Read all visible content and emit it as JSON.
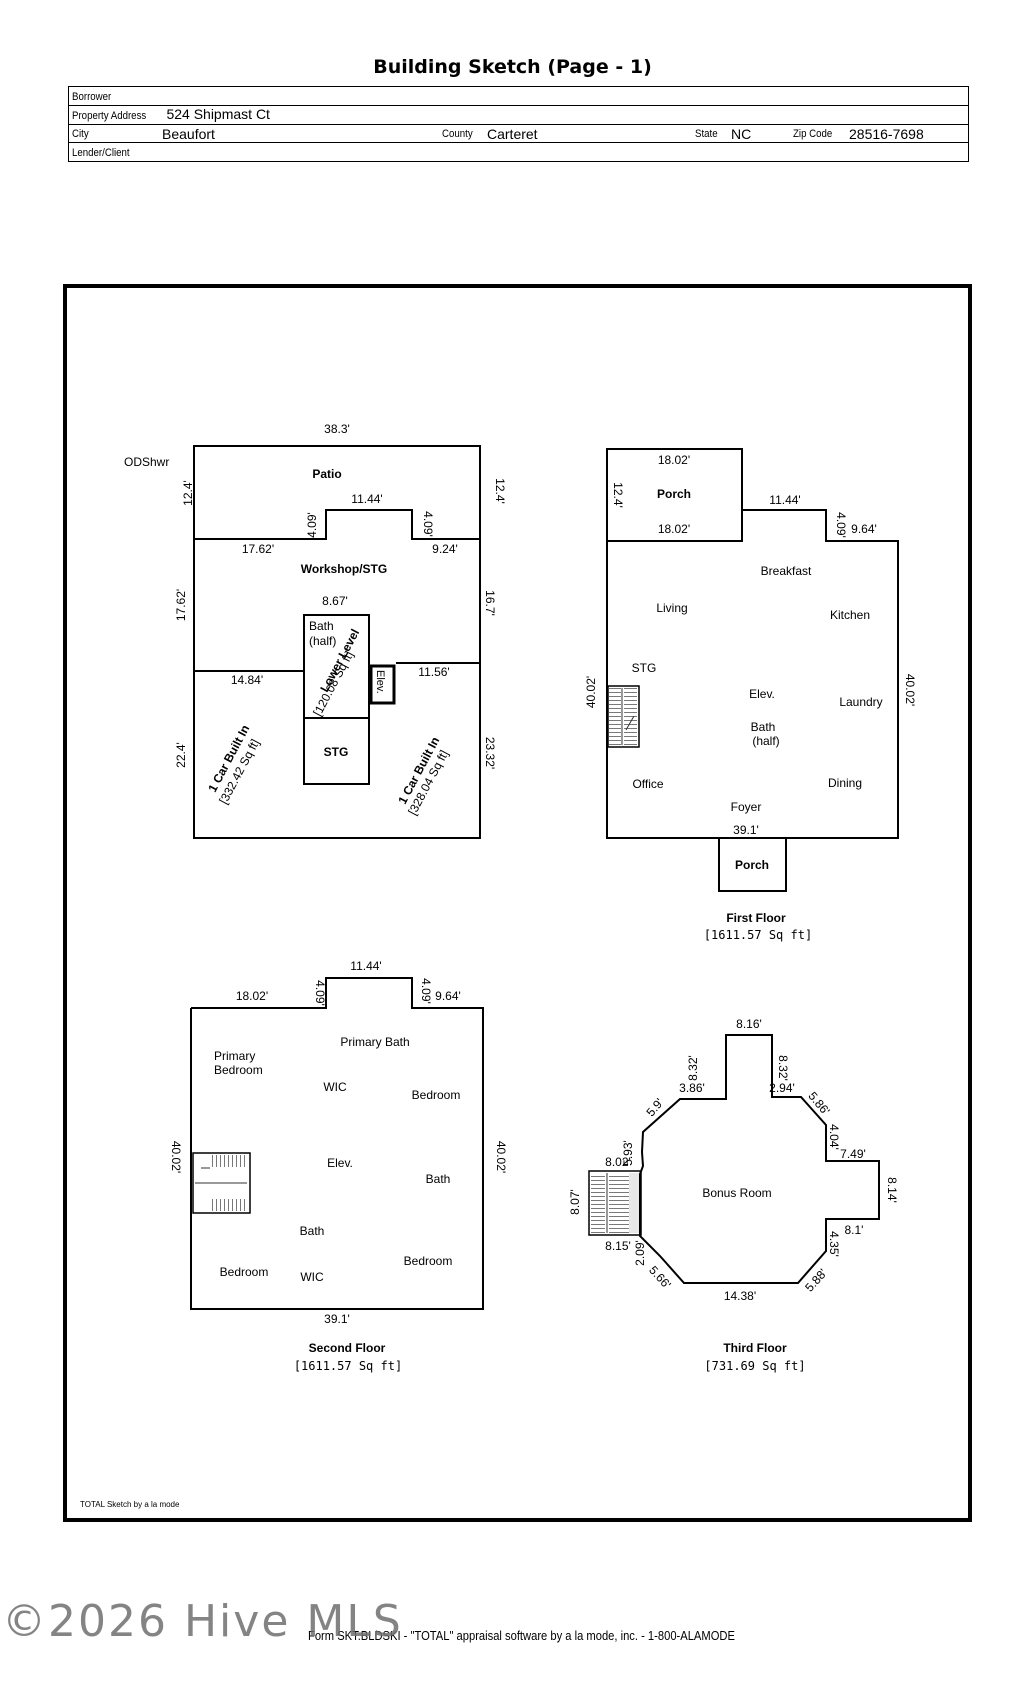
{
  "header": {
    "title": "Building Sketch (Page - 1)",
    "borrower_label": "Borrower",
    "property_address_label": "Property Address",
    "property_address": "524 Shipmast Ct",
    "city_label": "City",
    "city": "Beaufort",
    "county_label": "County",
    "county": "Carteret",
    "state_label": "State",
    "state": "NC",
    "zip_label": "Zip Code",
    "zip": "28516-7698",
    "lender_label": "Lender/Client"
  },
  "lower_level": {
    "odshwr": "ODShwr",
    "patio": "Patio",
    "workshop": "Workshop/STG",
    "bath_half_1": "Bath",
    "bath_half_2": "(half)",
    "elev": "Elev.",
    "stg": "STG",
    "lower_level_1": "Lower Level",
    "lower_level_2": "[120.08 Sq ft]",
    "car_left_1": "1 Car Built In",
    "car_left_2": "[332.42 Sq ft]",
    "car_right_1": "1 Car Built In",
    "car_right_2": "[328.04 Sq ft]",
    "d_top": "38.3'",
    "d_left_patio": "12.4'",
    "d_right_patio": "12.4'",
    "d_notch_top": "11.44'",
    "d_notch_l": "4.09'",
    "d_notch_r": "4.09'",
    "d_17_62": "17.62'",
    "d_9_24": "9.24'",
    "d_left_ws": "17.62'",
    "d_right_ws": "16.7'",
    "d_8_67": "8.67'",
    "d_14_84": "14.84'",
    "d_11_56": "11.56'",
    "d_22_4": "22.4'",
    "d_23_32": "23.32'"
  },
  "first_floor": {
    "porch_top": "Porch",
    "porch_bottom": "Porch",
    "breakfast": "Breakfast",
    "living": "Living",
    "kitchen": "Kitchen",
    "stg": "STG",
    "elev": "Elev.",
    "laundry": "Laundry",
    "bath_1": "Bath",
    "bath_2": "(half)",
    "office": "Office",
    "dining": "Dining",
    "foyer": "Foyer",
    "d_porch_top": "18.02'",
    "d_porch_left": "12.4'",
    "d_porch_bottom": "18.02'",
    "d_11_44": "11.44'",
    "d_4_09": "4.09'",
    "d_9_64": "9.64'",
    "d_left": "40.02'",
    "d_right": "40.02'",
    "d_bottom": "39.1'",
    "caption": "First Floor",
    "area": "[1611.57 Sq ft]"
  },
  "second_floor": {
    "primary_bedroom_1": "Primary",
    "primary_bedroom_2": "Bedroom",
    "primary_bath": "Primary Bath",
    "wic_1": "WIC",
    "bedroom_1": "Bedroom",
    "elev": "Elev.",
    "bath_1": "Bath",
    "bath_2": "Bath",
    "bedroom_2": "Bedroom",
    "wic_2": "WIC",
    "bedroom_3": "Bedroom",
    "d_18_02": "18.02'",
    "d_4_09_l": "4.09'",
    "d_11_44": "11.44'",
    "d_4_09_r": "4.09'",
    "d_9_64": "9.64'",
    "d_left": "40.02'",
    "d_right": "40.02'",
    "d_bottom": "39.1'",
    "caption": "Second Floor",
    "area": "[1611.57 Sq ft]"
  },
  "third_floor": {
    "bonus_room": "Bonus Room",
    "d_8_16": "8.16'",
    "d_8_32_l": "8.32'",
    "d_8_32_r": "8.32'",
    "d_3_86": "3.86'",
    "d_2_94": "2.94'",
    "d_5_9": "5.9'",
    "d_5_86": "5.86'",
    "d_5_93": "5.93'",
    "d_4_04": "4.04'",
    "d_7_49": "7.49'",
    "d_8_02": "8.02'",
    "d_8_14": "8.14'",
    "d_8_07": "8.07'",
    "d_8_1": "8.1'",
    "d_4_35": "4.35'",
    "d_8_15": "8.15'",
    "d_2_09": "2.09'",
    "d_5_66": "5.66'",
    "d_5_88": "5.88'",
    "d_14_38": "14.38'",
    "caption": "Third Floor",
    "area": "[731.69 Sq ft]"
  },
  "credit": "TOTAL Sketch by a la mode",
  "footer": "Form SKT.BLDSKI - \"TOTAL\" appraisal software by a la mode, inc. - 1-800-ALAMODE",
  "watermark": "©2026 Hive MLS"
}
